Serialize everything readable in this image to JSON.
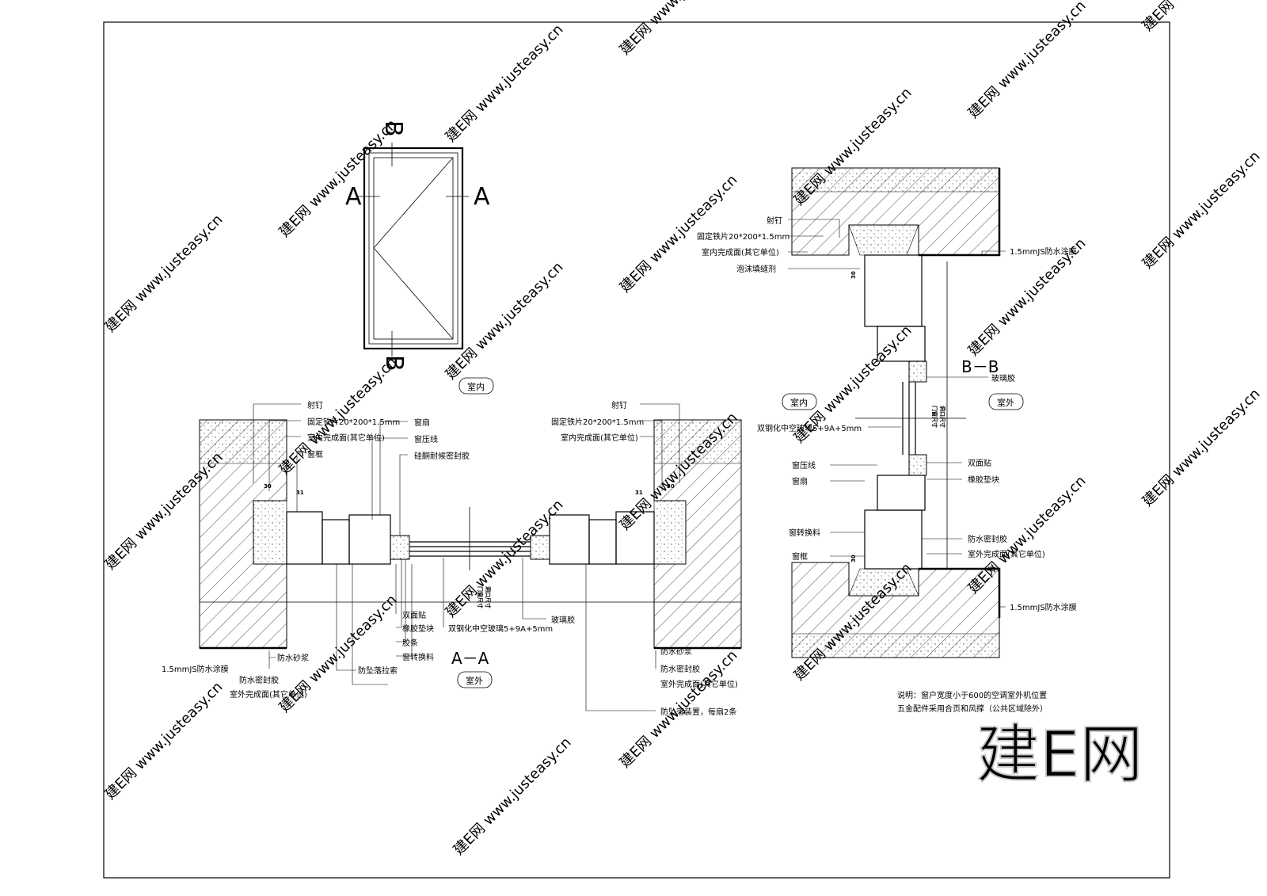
{
  "plan": {
    "section_marks": {
      "top": "B",
      "bottom": "B",
      "left": "A",
      "right": "A"
    },
    "label_indoor": "室内"
  },
  "section_aa": {
    "title": "A－A",
    "label_outdoor": "室外",
    "left_top_callouts": [
      "射钉",
      "固定铁片20*200*1.5mm",
      "室内完成面(其它单位)",
      "窗框"
    ],
    "mid_top_callouts": [
      "窗扇",
      "窗压线",
      "硅酮耐候密封胶"
    ],
    "right_top_callouts": [
      "射钉",
      "固定铁片20*200*1.5mm",
      "室内完成面(其它单位)"
    ],
    "bottom_left_callouts": [
      "防水砂浆",
      "1.5mmJS防水涂膜",
      "防水密封胶",
      "室外完成面(其它单位)"
    ],
    "bottom_mid_callouts": [
      "防坠落拉索",
      "双面贴",
      "橡胶垫块",
      "胶条",
      "窗转换料"
    ],
    "glass_label": "双钢化中空玻璃5+9A+5mm",
    "glue_label": "玻璃胶",
    "bottom_right_callouts": [
      "防水砂浆",
      "防水密封胶",
      "室外完成面(其它单位)"
    ],
    "fall_device": "防坠落装置，每扇2条",
    "dims": [
      "30",
      "31",
      "30",
      "31"
    ],
    "opening_dims": [
      "门窗尺寸",
      "洞口尺寸"
    ]
  },
  "section_bb": {
    "title": "B－B",
    "label_indoor": "室内",
    "label_outdoor": "室外",
    "top_left_callouts": [
      "射钉",
      "固定铁片20*200*1.5mm",
      "室内完成面(其它单位)",
      "泡沫填缝剂"
    ],
    "top_right_callout": "1.5mmJS防水涂膜",
    "glue_label": "玻璃胶",
    "glass_label": "双钢化中空玻璃5+9A+5mm",
    "left_callouts": [
      "窗压线",
      "窗扇",
      "窗转换料",
      "窗框"
    ],
    "right_callouts": [
      "双面贴",
      "橡胶垫块",
      "防水密封胶",
      "室外完成面(其它单位)"
    ],
    "bottom_right_callout": "1.5mmJS防水涂膜",
    "opening_dims": [
      "门窗尺寸",
      "洞口尺寸"
    ],
    "dims": [
      "30",
      "30"
    ]
  },
  "notes": {
    "line1": "说明：窗户宽度小于600的空调室外机位置",
    "line2": "五金配件采用合页和风撑（公共区域除外）"
  },
  "watermark": {
    "site": "www.justeasy.cn",
    "brand": "建E网"
  },
  "colors": {
    "line": "#000000",
    "watermark": "#cfcfcf",
    "background": "#ffffff"
  }
}
